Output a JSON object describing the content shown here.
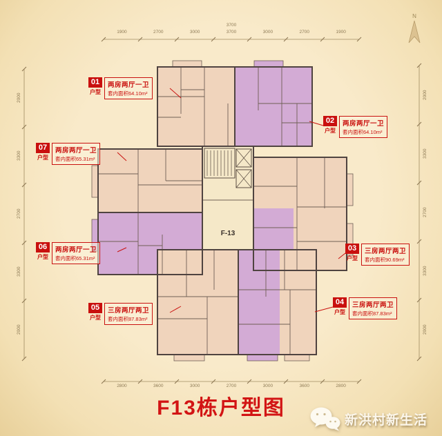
{
  "page": {
    "title": "F13栋户型图",
    "building_code": "F-13",
    "north_label": "N",
    "wechat_text": "新洪村新生活"
  },
  "unit_labels": [
    {
      "no": "01",
      "type": "户型",
      "rooms": "两房两厅一卫",
      "area": "套内面积64.10m²"
    },
    {
      "no": "02",
      "type": "户型",
      "rooms": "两房两厅一卫",
      "area": "套内面积64.10m²"
    },
    {
      "no": "03",
      "type": "户型",
      "rooms": "三房两厅两卫",
      "area": "套内面积90.69m²"
    },
    {
      "no": "04",
      "type": "户型",
      "rooms": "三房两厅两卫",
      "area": "套内面积87.83m²"
    },
    {
      "no": "05",
      "type": "户型",
      "rooms": "三房两厅两卫",
      "area": "套内面积87.83m²"
    },
    {
      "no": "06",
      "type": "户型",
      "rooms": "两房两厅一卫",
      "area": "套内面积65.31m²"
    },
    {
      "no": "07",
      "type": "户型",
      "rooms": "两房两厅一卫",
      "area": "套内面积65.31m²"
    }
  ],
  "dimensions": {
    "top_total": "3700",
    "top": [
      "1900",
      "2700",
      "3000",
      "3700",
      "3000",
      "2700",
      "1900"
    ],
    "bottom": [
      "2800",
      "3600",
      "3000",
      "2700",
      "3000",
      "3600",
      "2800"
    ],
    "left": [
      "2000",
      "3300",
      "2700",
      "3300",
      "2000"
    ],
    "right": [
      "2000",
      "3300",
      "2700",
      "3300",
      "2000"
    ]
  },
  "colors": {
    "accent_red": "#c9100e",
    "unit_pink": "#f0d4bc",
    "unit_purple": "#d3abd5",
    "background": "#f6e5bf"
  }
}
